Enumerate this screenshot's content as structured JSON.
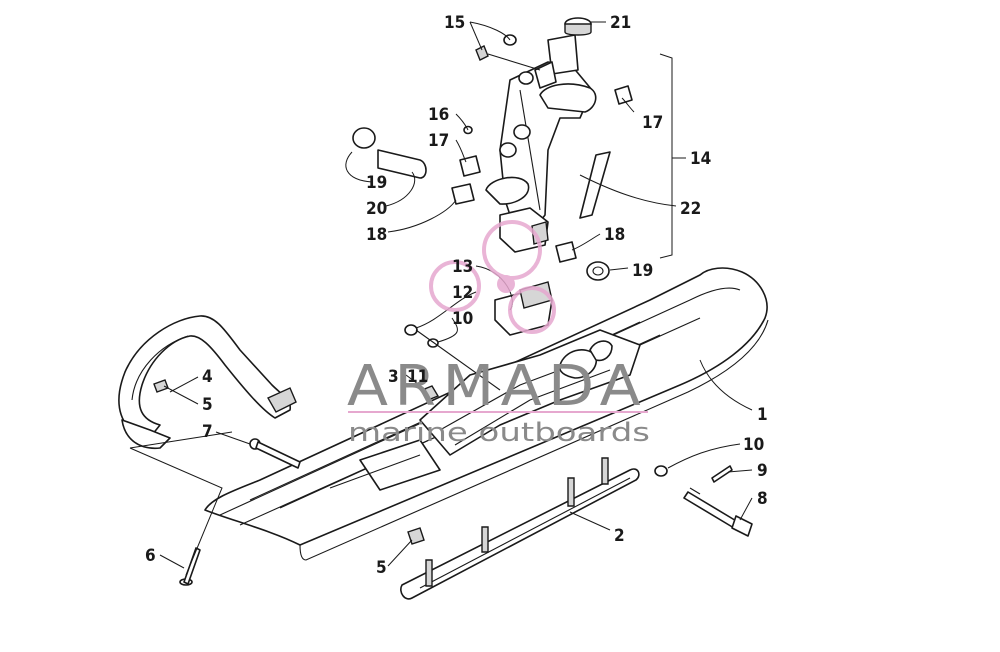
{
  "watermark": {
    "brand": "ARMADA",
    "tagline": "marine outboards",
    "logo": "armada-circle-logo",
    "logo_color": "#e6a8cf",
    "text_color": "#8a8a8a"
  },
  "callouts": {
    "c1": "1",
    "c2": "2",
    "c3": "3",
    "c4": "4",
    "c5a": "5",
    "c5b": "5",
    "c6": "6",
    "c7": "7",
    "c8": "8",
    "c9": "9",
    "c10a": "10",
    "c10b": "10",
    "c11": "11",
    "c12": "12",
    "c13": "13",
    "c14": "14",
    "c15": "15",
    "c16": "16",
    "c17a": "17",
    "c17b": "17",
    "c18a": "18",
    "c18b": "18",
    "c19a": "19",
    "c19b": "19",
    "c20": "20",
    "c21": "21",
    "c22": "22"
  }
}
